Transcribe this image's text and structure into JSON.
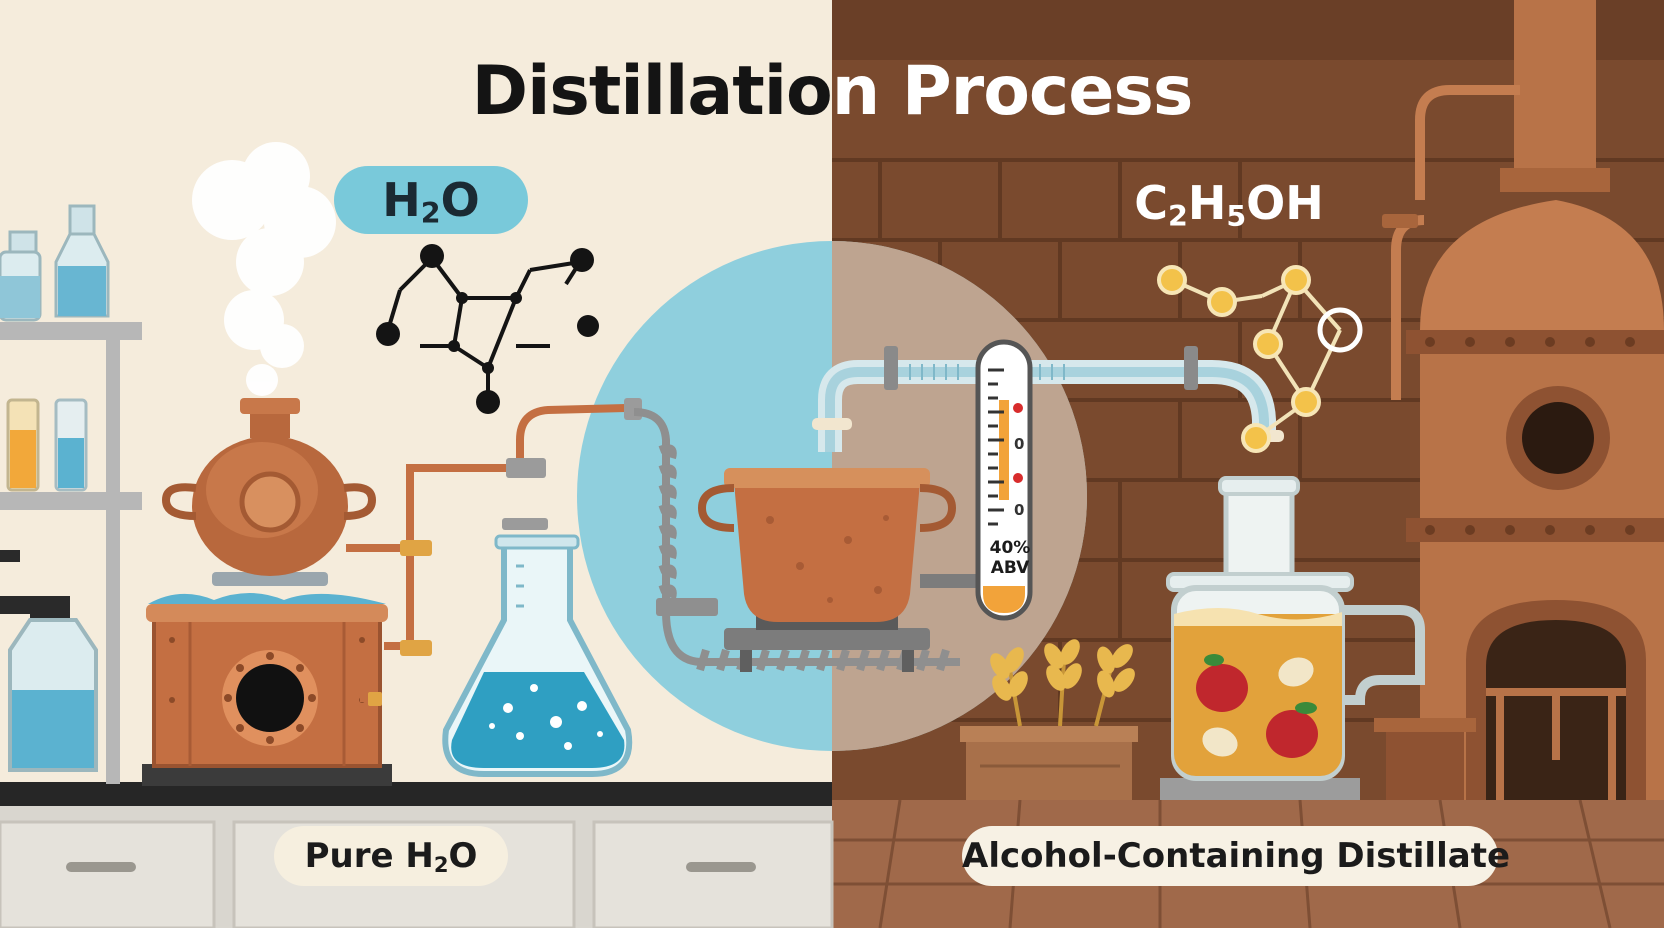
{
  "title": {
    "part1": "Distillatio",
    "part2": "n Process"
  },
  "left": {
    "formula": {
      "main1": "H",
      "sub": "2",
      "main2": "O"
    },
    "label": {
      "text1": "Pure H",
      "sub": "2",
      "text2": "O"
    }
  },
  "right": {
    "formula": {
      "p1": "C",
      "s1": "2",
      "p2": "H",
      "s2": "5",
      "p3": "OH"
    },
    "label": "Alcohol-Containing Distillate"
  },
  "thermometer": {
    "tick_labels": [
      "0",
      "0",
      "0"
    ],
    "reading_line1": "40%",
    "reading_line2": "ABV"
  },
  "colors": {
    "lab_background": "#f5ecdc",
    "distillery_background": "#7a4a2e",
    "copper": "#c9774a",
    "water": "#4fb3cf",
    "accent_circle": "#8fcfdd",
    "distillate": "#e2a23b"
  }
}
